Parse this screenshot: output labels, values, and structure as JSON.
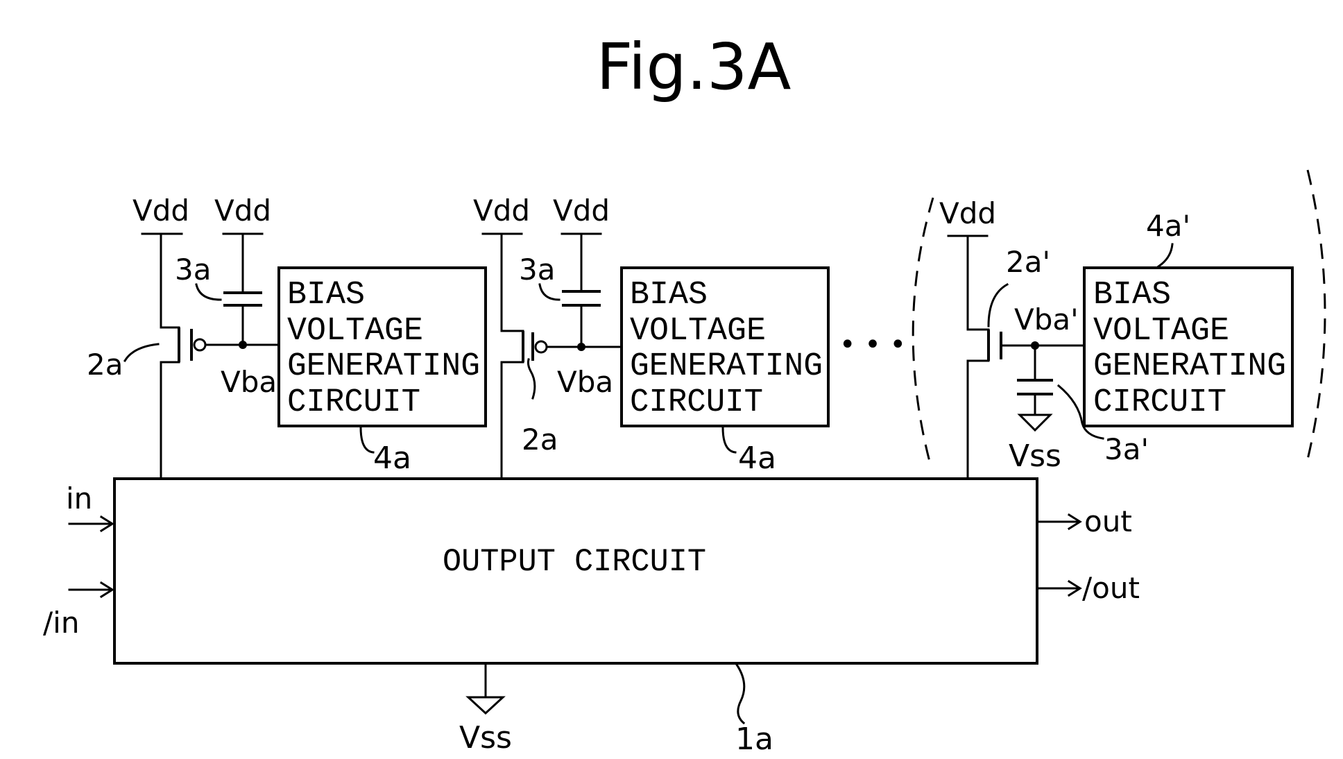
{
  "figure": {
    "title": "Fig.3A",
    "output_block": {
      "label": "OUTPUT CIRCUIT",
      "ref": "1a"
    },
    "inputs": [
      "in",
      "/in"
    ],
    "outputs": [
      "out",
      "/out"
    ],
    "supply_label": "Vdd",
    "ground_label": "Vss",
    "ellipsis": "• • •",
    "bias_box_lines": [
      "BIAS",
      "VOLTAGE",
      "GENERATING",
      "CIRCUIT"
    ],
    "stage1": {
      "transistor": "2a",
      "capacitor": "3a",
      "node": "Vba",
      "bias_ref": "4a"
    },
    "stage2": {
      "transistor": "2a",
      "capacitor": "3a",
      "node": "Vba",
      "bias_ref": "4a"
    },
    "stage3": {
      "transistor": "2a'",
      "capacitor": "3a'",
      "node": "Vba'",
      "bias_ref": "4a'"
    }
  }
}
